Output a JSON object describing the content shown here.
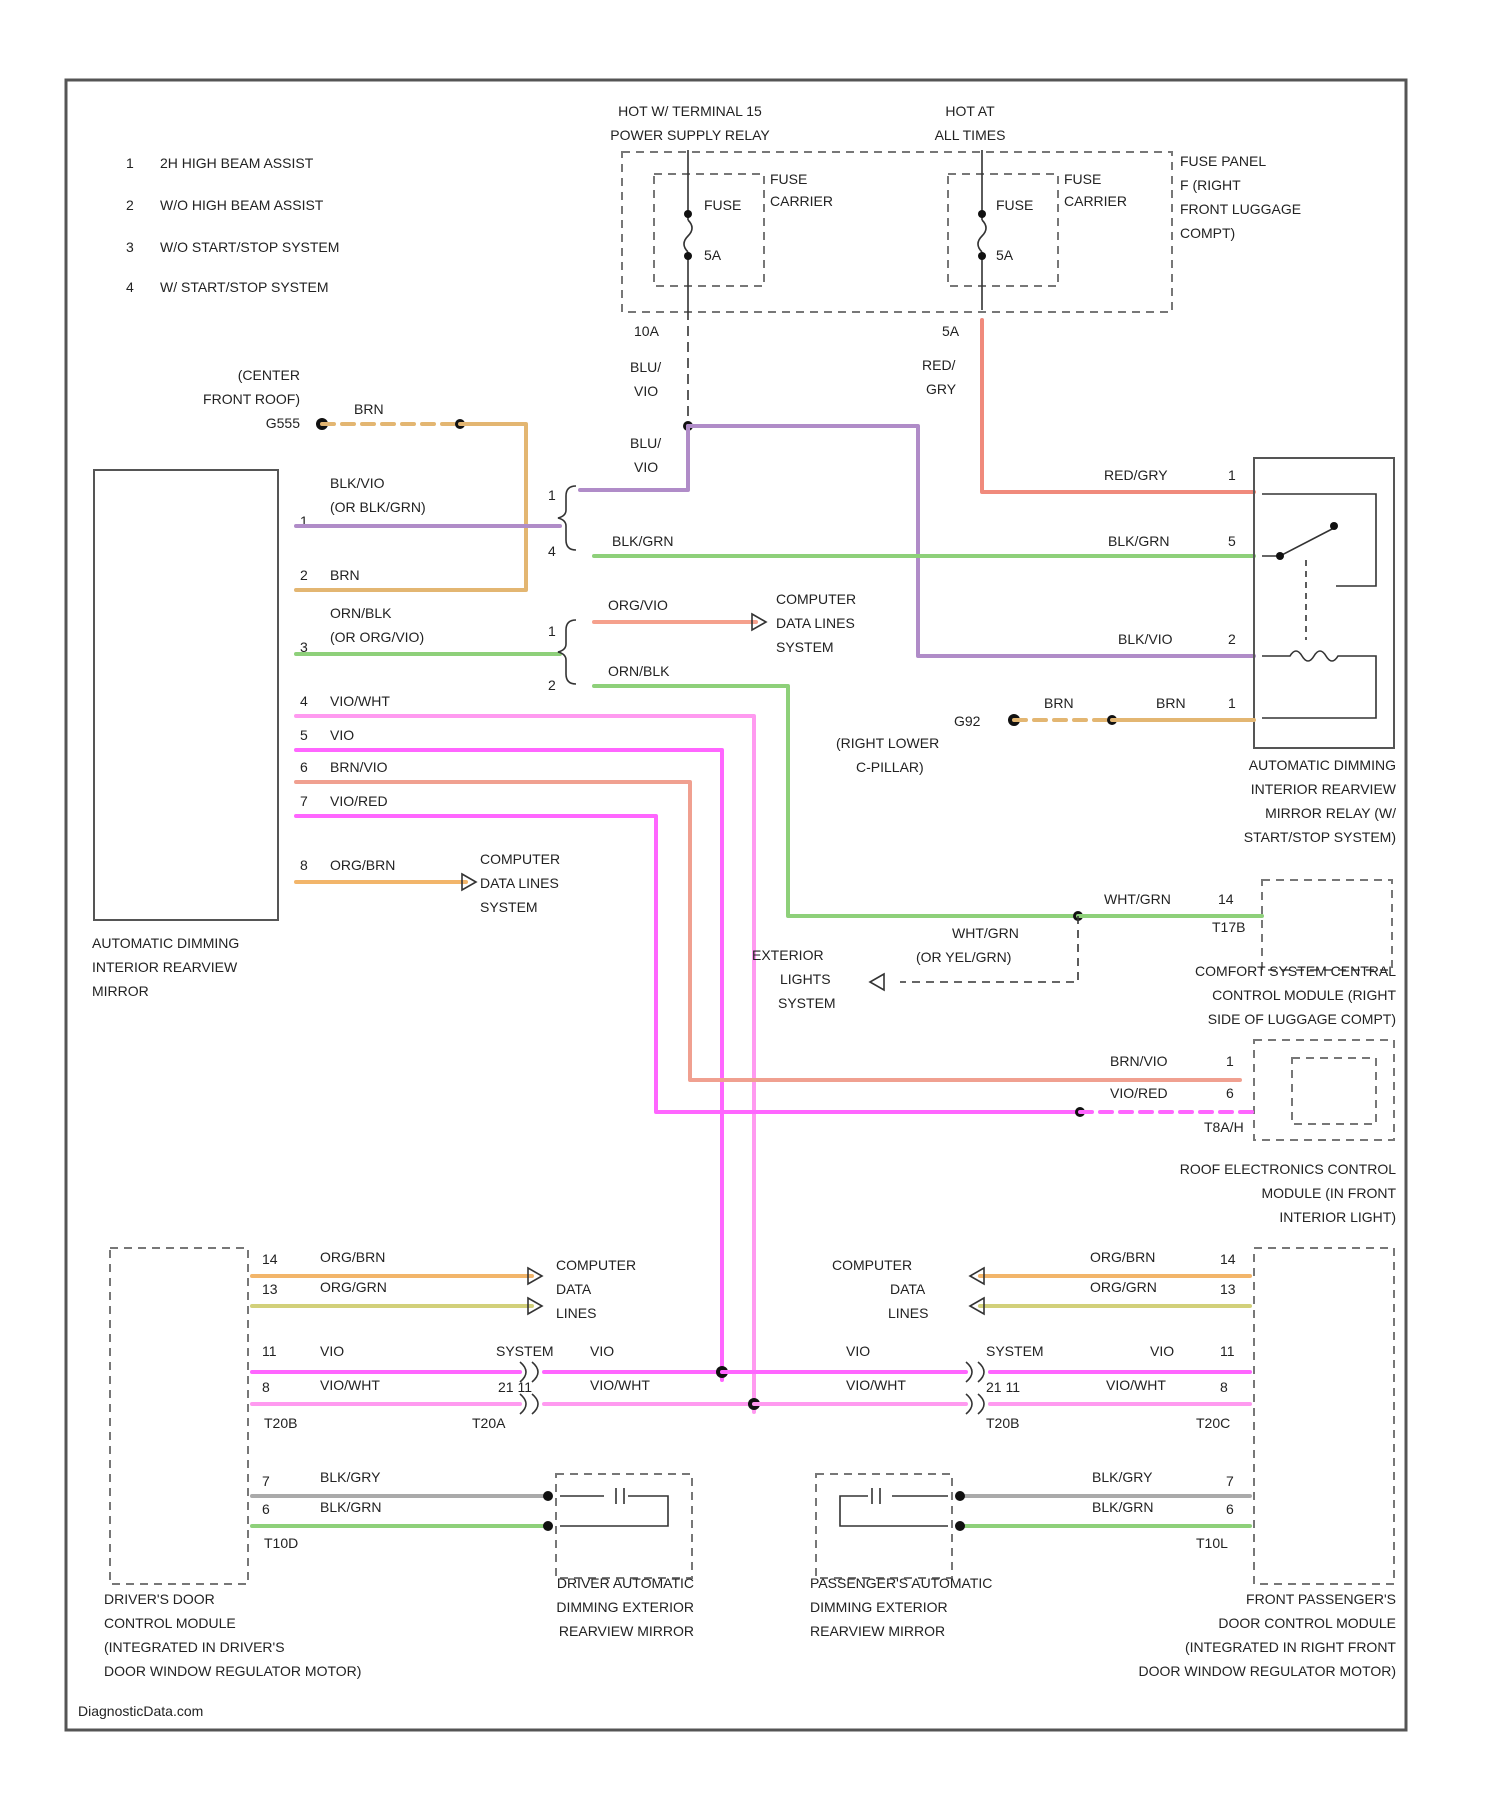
{
  "legend": [
    {
      "num": "1",
      "text": "2H HIGH BEAM ASSIST"
    },
    {
      "num": "2",
      "text": "W/O HIGH BEAM ASSIST"
    },
    {
      "num": "3",
      "text": "W/O START/STOP SYSTEM"
    },
    {
      "num": "4",
      "text": "W/ START/STOP SYSTEM"
    }
  ],
  "power": {
    "hot_terminal_15": [
      "HOT W/ TERMINAL 15",
      "POWER SUPPLY RELAY"
    ],
    "hot_all_times": [
      "HOT AT",
      "ALL TIMES"
    ],
    "fuse_left": {
      "name": [
        "FUSE",
        "CARRIER"
      ],
      "fuse": "FUSE",
      "amps": "5A",
      "id": "10A"
    },
    "fuse_right": {
      "name": [
        "FUSE",
        "CARRIER"
      ],
      "fuse": "FUSE",
      "amps": "5A",
      "id": "5A"
    },
    "fuse_panel": [
      "FUSE PANEL",
      "F (RIGHT",
      "FRONT LUGGAGE",
      "COMPT)"
    ]
  },
  "wires": {
    "blu_vio_1": "BLU/",
    "blu_vio_1b": "VIO",
    "blu_vio_2": "BLU/",
    "blu_vio_2b": "VIO",
    "red_gry_1": "RED/",
    "red_gry_1b": "GRY",
    "brn_top": "BRN",
    "blk_vio": "BLK/VIO",
    "blk_vio_alt": "(OR BLK/GRN)",
    "brn_2": "BRN",
    "org_blk": "ORN/BLK",
    "org_blk_alt": "(OR ORG/VIO)",
    "org_vio": "ORG/VIO",
    "org_blk_2": "ORN/BLK",
    "blk_grn": "BLK/GRN",
    "red_gry": "RED/GRY",
    "blk_grn_r": "BLK/GRN",
    "blk_vio_r": "BLK/VIO",
    "brn_r1": "BRN",
    "brn_r2": "BRN",
    "vio_wht": "VIO/WHT",
    "vio": "VIO",
    "brn_vio": "BRN/VIO",
    "vio_red": "VIO/RED",
    "org_brn": "ORG/BRN",
    "wht_grn": "WHT/GRN",
    "wht_grn_b": "WHT/GRN",
    "wht_grn_b_alt": "(OR YEL/GRN)",
    "brn_vio_r": "BRN/VIO",
    "vio_red_r": "VIO/RED",
    "dl_org_brn": "ORG/BRN",
    "dl_org_grn": "ORG/GRN",
    "dl_vio": "VIO",
    "dl_vio_wht": "VIO/WHT",
    "dl_vio_2": "VIO",
    "dl_vio_wht_2": "VIO/WHT",
    "dr_vio": "VIO",
    "dr_vio_wht": "VIO/WHT",
    "dr_vio_2": "VIO",
    "dr_vio_wht_2": "VIO/WHT",
    "dr_org_brn": "ORG/BRN",
    "dr_org_grn": "ORG/GRN",
    "dl_blk_gry": "BLK/GRY",
    "dl_blk_grn": "BLK/GRN",
    "dr_blk_gry": "BLK/GRY",
    "dr_blk_grn": "BLK/GRN"
  },
  "ground": {
    "g1": [
      "(CENTER",
      "FRONT ROOF)",
      "G555"
    ],
    "g2": "G92",
    "g2_loc": [
      "(RIGHT LOWER",
      "C-PILLAR)"
    ]
  },
  "pins": {
    "m1": "1",
    "m2": "2",
    "m3": "3",
    "m4": "4",
    "m5": "5",
    "m6": "6",
    "m7": "7",
    "m8": "8",
    "s1": "1",
    "s4": "4",
    "s2": "1",
    "s3": "2",
    "r1": "1",
    "r5": "5",
    "r2": "2",
    "r3": "1",
    "c14": "14",
    "c_t": "T17B",
    "rf1": "1",
    "rf6": "6",
    "rf_t": "T8A/H",
    "dl14": "14",
    "dl13": "13",
    "dl11": "11",
    "dl8": "8",
    "dl7": "7",
    "dl6": "6",
    "dl_t1": "T20B",
    "dl_t2": "T20A",
    "dl_t3": "T10D",
    "dr14": "14",
    "dr13": "13",
    "dr11": "11",
    "dr8": "8",
    "dr7": "7",
    "dr6": "6",
    "dr_t1": "T20B",
    "dr_t2": "T20C",
    "dr_t3": "T10L"
  },
  "components": {
    "mirror": [
      "AUTOMATIC DIMMING",
      "INTERIOR REARVIEW",
      "MIRROR"
    ],
    "relay": [
      "AUTOMATIC DIMMING",
      "INTERIOR REARVIEW",
      "MIRROR RELAY (W/",
      "START/STOP SYSTEM)"
    ],
    "comfort": [
      "COMFORT SYSTEM CENTRAL",
      "CONTROL MODULE (RIGHT",
      "SIDE OF LUGGAGE COMPT)"
    ],
    "roof": [
      "ROOF ELECTRONICS CONTROL",
      "MODULE (IN FRONT",
      "INTERIOR LIGHT)"
    ],
    "driver_door": [
      "DRIVER'S DOOR",
      "CONTROL MODULE",
      "(INTEGRATED IN DRIVER'S",
      "DOOR WINDOW REGULATOR MOTOR)"
    ],
    "driver_mirror": [
      "DRIVER AUTOMATIC",
      "DIMMING EXTERIOR",
      "REARVIEW MIRROR"
    ],
    "pass_mirror": [
      "PASSENGER'S AUTOMATIC",
      "DIMMING EXTERIOR",
      "REARVIEW MIRROR"
    ],
    "pass_door": [
      "FRONT PASSENGER'S",
      "DOOR CONTROL MODULE",
      "(INTEGRATED IN RIGHT FRONT",
      "DOOR WINDOW REGULATOR MOTOR)"
    ]
  },
  "refs": {
    "data_lines_top": [
      "COMPUTER",
      "DATA LINES",
      "SYSTEM"
    ],
    "data_lines_mid": [
      "COMPUTER",
      "DATA LINES",
      "SYSTEM"
    ],
    "data_lines_dl": [
      "COMPUTER",
      "DATA",
      "LINES"
    ],
    "data_lines_dr": [
      "COMPUTER",
      "DATA",
      "LINES"
    ],
    "exterior": [
      "EXTERIOR",
      "LIGHTS",
      "SYSTEM"
    ],
    "splice_l": "SYSTEM",
    "splice_l2": "21 11",
    "splice_r": "SYSTEM",
    "splice_r2": "21 11"
  },
  "watermark": "DiagnosticData.com",
  "colors": {
    "violet_blu": "#b08cc8",
    "red_gry": "#f08a7c",
    "brn": "#e3b672",
    "green": "#8ed07a",
    "org_vio": "#f5a08c",
    "pink": "#ff66ff",
    "pink_light": "#ff9af0",
    "brn_vio": "#f0a090",
    "org_brn": "#f2b56a",
    "org_grn": "#d2d07a",
    "gray": "#aaaaaa"
  }
}
